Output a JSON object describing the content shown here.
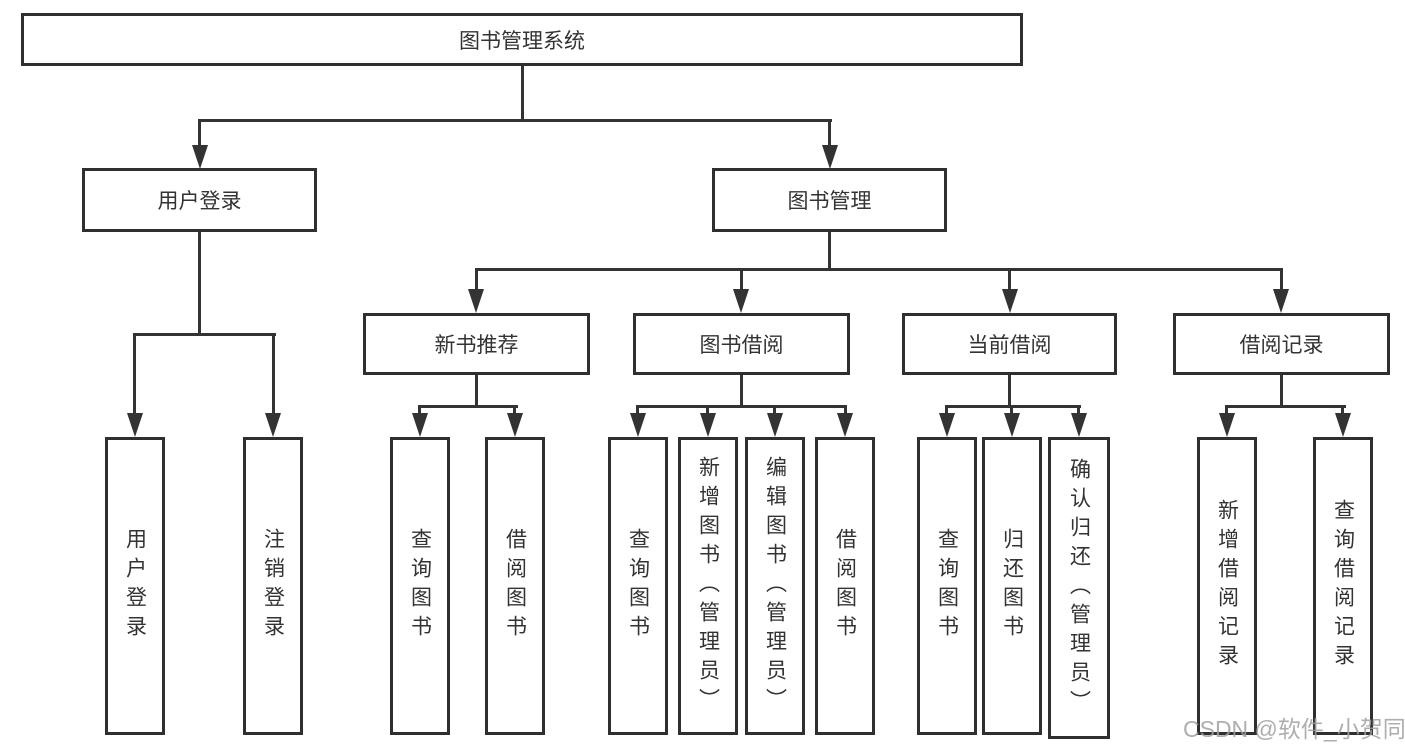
{
  "colors": {
    "line": "#333333",
    "border": "#2f2f2f",
    "text": "#333333",
    "background": "#ffffff",
    "watermark": "#a0a0a0"
  },
  "watermark": "CSDN @软件_小贺同学",
  "tree": {
    "root": {
      "label": "图书管理系统"
    },
    "branches": [
      {
        "label": "用户登录",
        "children": [
          {
            "label": "用户登录"
          },
          {
            "label": "注销登录"
          }
        ]
      },
      {
        "label": "图书管理",
        "children": [
          {
            "label": "新书推荐",
            "children": [
              {
                "label": "查询图书"
              },
              {
                "label": "借阅图书"
              }
            ]
          },
          {
            "label": "图书借阅",
            "children": [
              {
                "label": "查询图书"
              },
              {
                "label": "新增图书（管理员）"
              },
              {
                "label": "编辑图书（管理员）"
              },
              {
                "label": "借阅图书"
              }
            ]
          },
          {
            "label": "当前借阅",
            "children": [
              {
                "label": "查询图书"
              },
              {
                "label": "归还图书"
              },
              {
                "label": "确认归还（管理员）"
              }
            ]
          },
          {
            "label": "借阅记录",
            "children": [
              {
                "label": "新增借阅记录"
              },
              {
                "label": "查询借阅记录"
              }
            ]
          }
        ]
      }
    ]
  }
}
